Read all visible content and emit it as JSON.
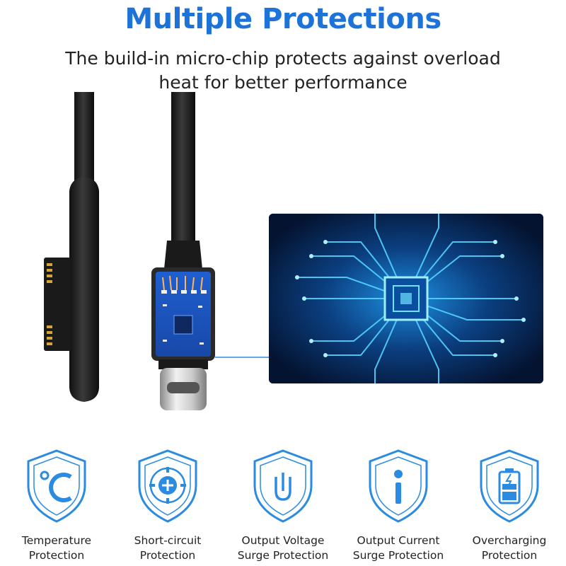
{
  "header": {
    "title": "Multiple Protections",
    "subtitle_line1": "The build-in micro-chip protects against overload",
    "subtitle_line2": "heat for better performance"
  },
  "colors": {
    "accent": "#1e73d8",
    "shield": "#2a8be0",
    "text": "#222222",
    "chip_glow": "#4fd6ff"
  },
  "features": [
    {
      "icon": "thermometer-celsius-icon",
      "line1": "Temperature",
      "line2": "Protection"
    },
    {
      "icon": "circuit-plus-icon",
      "line1": "Short-circuit",
      "line2": "Protection"
    },
    {
      "icon": "voltage-u-icon",
      "line1": "Output Voltage",
      "line2": "Surge Protection"
    },
    {
      "icon": "current-i-icon",
      "line1": "Output Current",
      "line2": "Surge Protection"
    },
    {
      "icon": "battery-charge-icon",
      "line1": "Overcharging",
      "line2": "Protection"
    }
  ]
}
